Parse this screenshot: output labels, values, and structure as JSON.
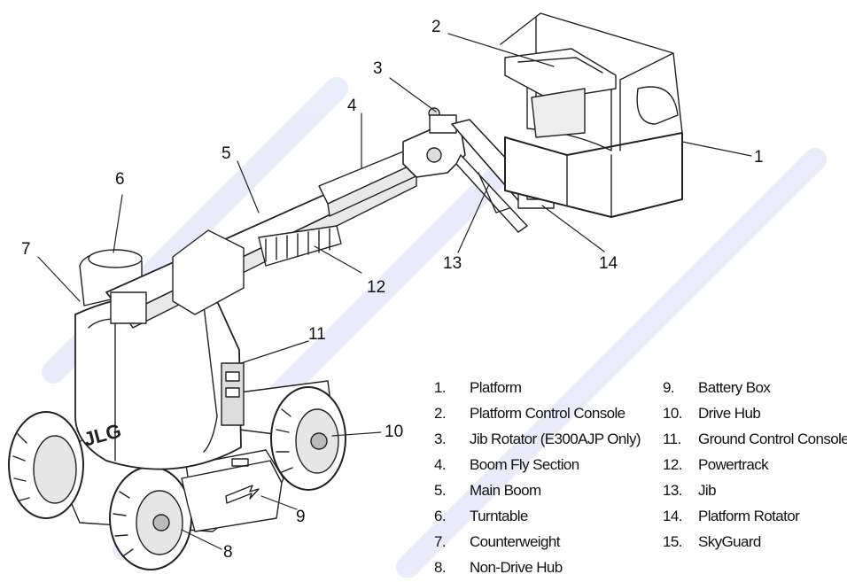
{
  "callouts": [
    "1",
    "2",
    "3",
    "4",
    "5",
    "6",
    "7",
    "8",
    "9",
    "10",
    "11",
    "12",
    "13",
    "14"
  ],
  "legend": [
    {
      "num": "1.",
      "label": "Platform"
    },
    {
      "num": "2.",
      "label": "Platform Control Console"
    },
    {
      "num": "3.",
      "label": "Jib Rotator (E300AJP Only)"
    },
    {
      "num": "4.",
      "label": "Boom Fly Section"
    },
    {
      "num": "5.",
      "label": "Main Boom"
    },
    {
      "num": "6.",
      "label": "Turntable"
    },
    {
      "num": "7.",
      "label": "Counterweight"
    },
    {
      "num": "8.",
      "label": "Non-Drive Hub"
    },
    {
      "num": "9.",
      "label": "Battery Box"
    },
    {
      "num": "10.",
      "label": "Drive Hub"
    },
    {
      "num": "11.",
      "label": "Ground Control Console"
    },
    {
      "num": "12.",
      "label": "Powertrack"
    },
    {
      "num": "13.",
      "label": "Jib"
    },
    {
      "num": "14.",
      "label": "Platform Rotator"
    },
    {
      "num": "15.",
      "label": "SkyGuard"
    }
  ],
  "brand_text": "JLG",
  "colors": {
    "line": "#222222",
    "fill": "#ffffff",
    "shade": "#cfcfcf",
    "watermark": "#d6d9f5"
  }
}
